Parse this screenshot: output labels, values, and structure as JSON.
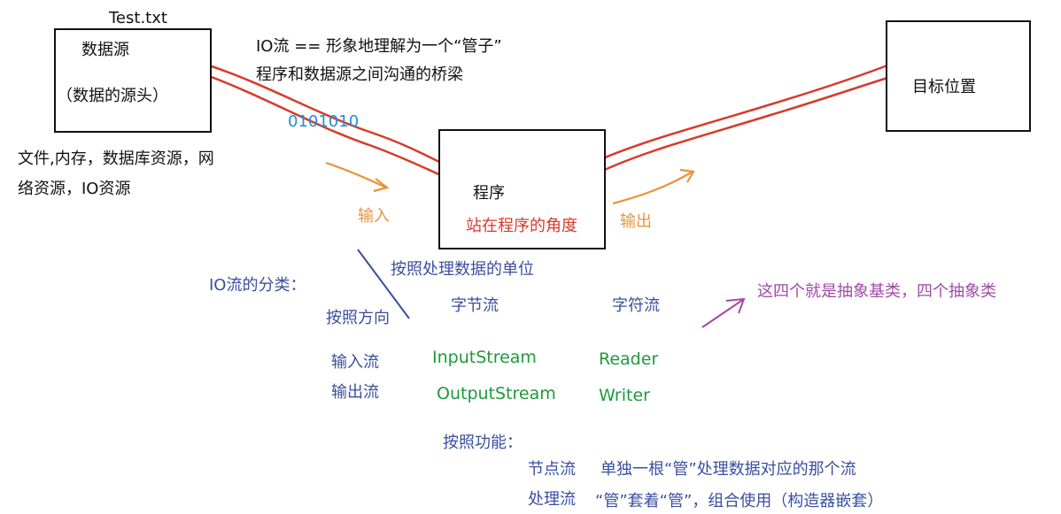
{
  "source": {
    "filename": "Test.txt",
    "title": "数据源",
    "subtitle": "（数据的源头）",
    "examples_line1": "文件,内存，数据库资源，网",
    "examples_line2": "络资源，IO资源"
  },
  "intro": {
    "line1": "IO流 == 形象地理解为一个“管子”",
    "line2": "程序和数据源之间沟通的桥梁"
  },
  "bits": "0101010",
  "program": {
    "title": "程序",
    "viewpoint": "站在程序的角度"
  },
  "target": {
    "title": "目标位置"
  },
  "input_label": "输入",
  "output_label": "输出",
  "classification": {
    "title": "IO流的分类：",
    "by_unit": "按照处理数据的单位",
    "by_direction": "按照方向",
    "byte_stream": "字节流",
    "char_stream": "字符流",
    "input_stream_label": "输入流",
    "output_stream_label": "输出流",
    "input_stream": "InputStream",
    "output_stream": "OutputStream",
    "reader": "Reader",
    "writer": "Writer",
    "abstract_note": "这四个就是抽象基类，四个抽象类"
  },
  "function": {
    "title": "按照功能：",
    "node_label": "节点流",
    "node_desc": "单独一根“管”处理数据对应的那个流",
    "processing_label": "处理流",
    "processing_desc": "“管”套着“管”，组合使用（构造器嵌套）"
  },
  "colors": {
    "pipe": "#d83a2a",
    "arrow_orange": "#e8943a",
    "blue": "#3a4fa0",
    "purple": "#a04aa8",
    "green": "#1f9a3a",
    "cyan": "#1f8fd4"
  }
}
